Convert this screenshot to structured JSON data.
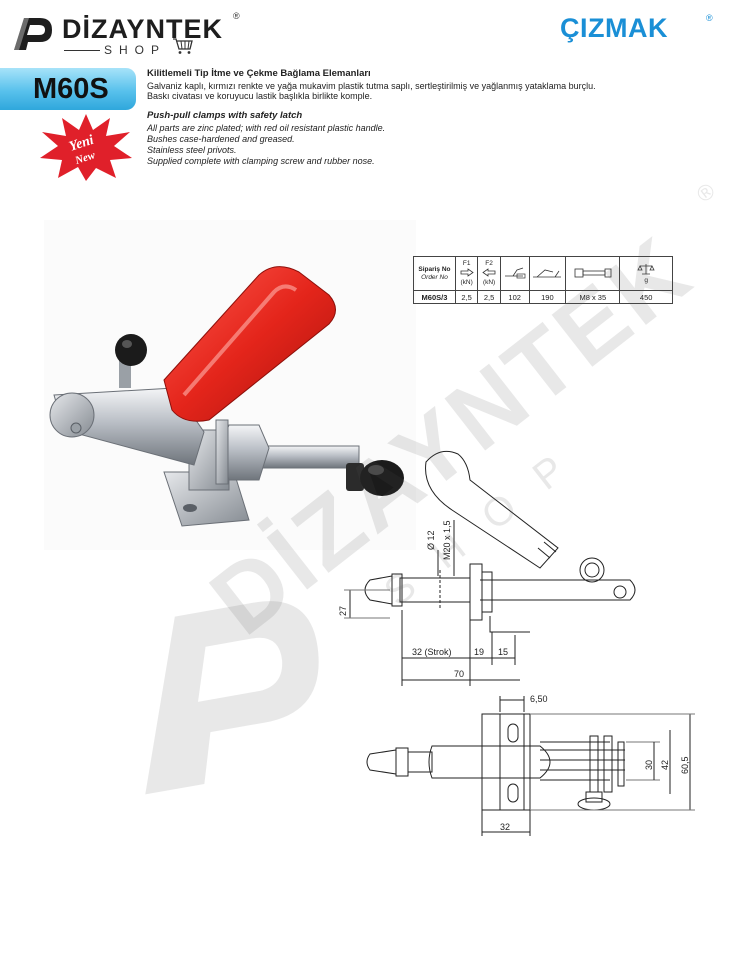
{
  "header": {
    "brand_name": "DİZAYNTEK",
    "brand_shop": "SHOP",
    "brand_reg": "®",
    "partner_logo": "ÇIZMAK",
    "partner_reg": "®",
    "icons": [
      "dizayntek-logo-icon",
      "shopping-cart-icon"
    ],
    "partner_color": "#1a8fd6"
  },
  "product": {
    "model": "M60S",
    "badge": [
      "Yeni",
      "New"
    ],
    "badge_color": "#e0202a",
    "band_color": "#4bb8e8"
  },
  "description": {
    "tr_title": "Kilitlemeli Tip İtme ve Çekme Bağlama Elemanları",
    "tr_lines": [
      "Galvaniz kaplı, kırmızı renkte ve yağa mukavim plastik tutma saplı, sertleştirilmiş ve yağlanmış yataklama burçlu.",
      "Baskı civatası ve koruyucu lastik başlıkla birlikte komple."
    ],
    "en_title": "Push-pull clamps with safety latch",
    "en_lines": [
      "All parts are zinc plated; with red oil resistant plastic handle.",
      "Bushes case-hardened  and greased.",
      "Stainless steel privots.",
      "Supplied complete with clamping screw and rubber nose."
    ]
  },
  "spec_table": {
    "headers": {
      "order_tr": "Sipariş No",
      "order_en": "Order No",
      "f1": "F1",
      "f2": "F2",
      "unit": "(kN)",
      "weight_unit": "g"
    },
    "row": {
      "order_no": "M60S/3",
      "f1": "2,5",
      "f2": "2,5",
      "col3": "102",
      "col4": "190",
      "screw": "M8 x 35",
      "weight": "450"
    }
  },
  "drawing": {
    "dims": {
      "dia": "Ø 12",
      "thread": "M20 x 1,5",
      "height_27": "27",
      "stroke": "32 (Strok)",
      "d19": "19",
      "d15": "15",
      "total": "70",
      "d650": "6,50",
      "d30": "30",
      "d42": "42",
      "d605": "60,5",
      "d32": "32"
    }
  },
  "watermark": {
    "brand": "DİZAYNTEK",
    "shop": "SHOP",
    "reg": "®"
  }
}
